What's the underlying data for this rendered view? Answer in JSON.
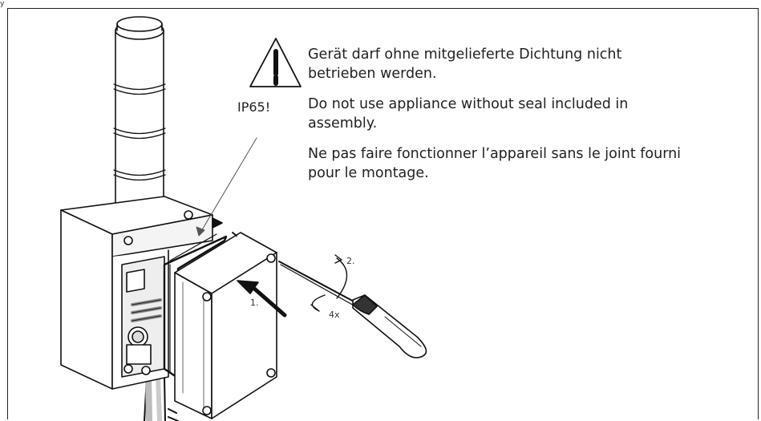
{
  "corner_mark": "y",
  "warning": {
    "icon": "warning-triangle-icon",
    "rating": "IP65!"
  },
  "notices": {
    "de": "Gerät darf ohne mitgelieferte Dichtung nicht betrieben werden.",
    "en": "Do not use appliance without seal included in assembly.",
    "fr": "Ne pas faire fonctionner l’appareil sans le joint fourni pour le montage."
  },
  "steps": {
    "step1": "1.",
    "step2": "2.",
    "turns": "4x"
  }
}
